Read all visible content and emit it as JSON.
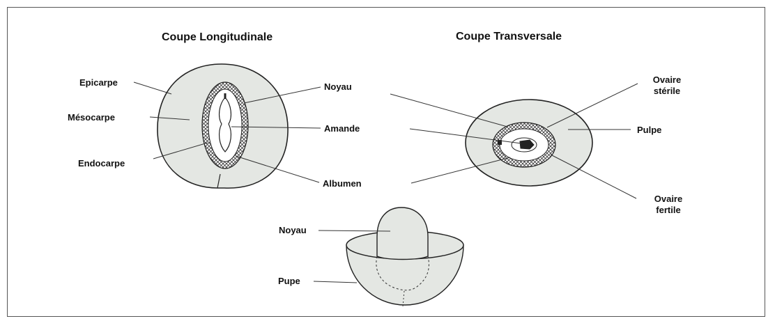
{
  "titles": {
    "longitudinal": "Coupe Longitudinale",
    "transversal": "Coupe Transversale"
  },
  "labels": {
    "epicarpe": "Epicarpe",
    "mesocarpe": "Mésocarpe",
    "endocarpe": "Endocarpe",
    "noyau_top": "Noyau",
    "amande": "Amande",
    "albumen": "Albumen",
    "ovaire_sterile_1": "Ovaire",
    "ovaire_sterile_2": "stérile",
    "pulpe": "Pulpe",
    "ovaire_fertile_1": "Ovaire",
    "ovaire_fertile_2": "fertile",
    "noyau_bottom": "Noyau",
    "pupe": "Pupe"
  },
  "colors": {
    "fruit_fill": "#e4e7e3",
    "stroke": "#222222",
    "kernel_fill": "#222222"
  }
}
